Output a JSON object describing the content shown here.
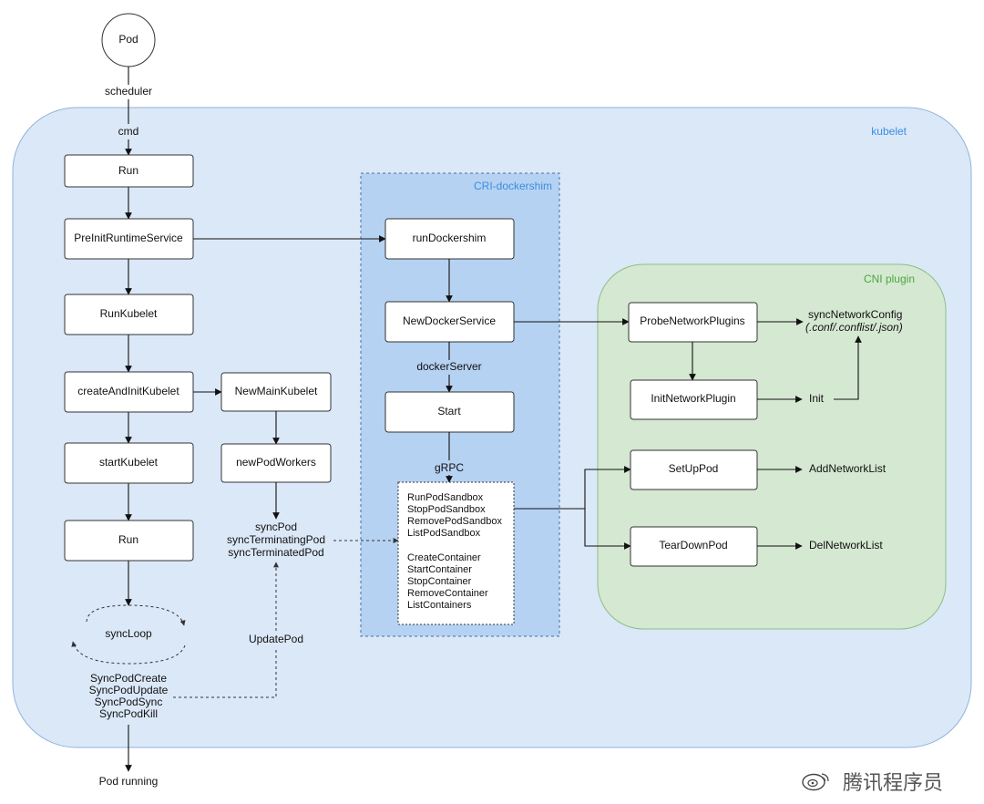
{
  "pod": {
    "label": "Pod"
  },
  "edge_labels": {
    "scheduler": "scheduler",
    "cmd": "cmd",
    "docker_server": "dockerServer",
    "grpc": "gRPC",
    "update_pod": "UpdatePod",
    "pod_running": "Pod running"
  },
  "regions": {
    "kubelet": "kubelet",
    "cri_dockershim": "CRI-dockershim",
    "cni_plugin": "CNI plugin"
  },
  "kubelet_nodes": {
    "run_1": "Run",
    "pre_init_runtime_service": "PreInitRuntimeService",
    "run_kubelet": "RunKubelet",
    "create_and_init_kubelet": "createAndInitKubelet",
    "start_kubelet": "startKubelet",
    "run_2": "Run",
    "new_main_kubelet": "NewMainKubelet",
    "new_pod_workers": "newPodWorkers",
    "sync_loop": "syncLoop"
  },
  "sync_pod_lines": [
    "syncPod",
    "syncTerminatingPod",
    "syncTerminatedPod"
  ],
  "sync_loop_events": [
    "SyncPodCreate",
    "SyncPodUpdate",
    "SyncPodSync",
    "SyncPodKill"
  ],
  "dockershim_nodes": {
    "run_dockershim": "runDockershim",
    "new_docker_service": "NewDockerService",
    "start": "Start"
  },
  "grpc_methods": {
    "sandbox": [
      "RunPodSandbox",
      "StopPodSandbox",
      "RemovePodSandbox",
      "ListPodSandbox"
    ],
    "container": [
      "CreateContainer",
      "StartContainer",
      "StopContainer",
      "RemoveContainer",
      "ListContainers"
    ]
  },
  "cni_nodes": {
    "probe_network_plugins": "ProbeNetworkPlugins",
    "init_network_plugin": "InitNetworkPlugin",
    "set_up_pod": "SetUpPod",
    "tear_down_pod": "TearDownPod"
  },
  "cni_outputs": {
    "sync_network_config": "syncNetworkConfig",
    "sync_network_config_files": "(.conf/.conflist/.json)",
    "init": "Init",
    "add_network_list": "AddNetworkList",
    "del_network_list": "DelNetworkList"
  },
  "watermark": {
    "text": "腾讯程序员"
  },
  "colors": {
    "kubelet_fill": "#dbe8f8",
    "kubelet_stroke": "#8fb3dc",
    "dockershim_fill": "#b6d2f2",
    "cni_fill": "#d5e8d2",
    "cni_stroke": "#8bbf86",
    "region_title_blue": "#3b8de0",
    "region_title_green": "#4aa83c"
  }
}
